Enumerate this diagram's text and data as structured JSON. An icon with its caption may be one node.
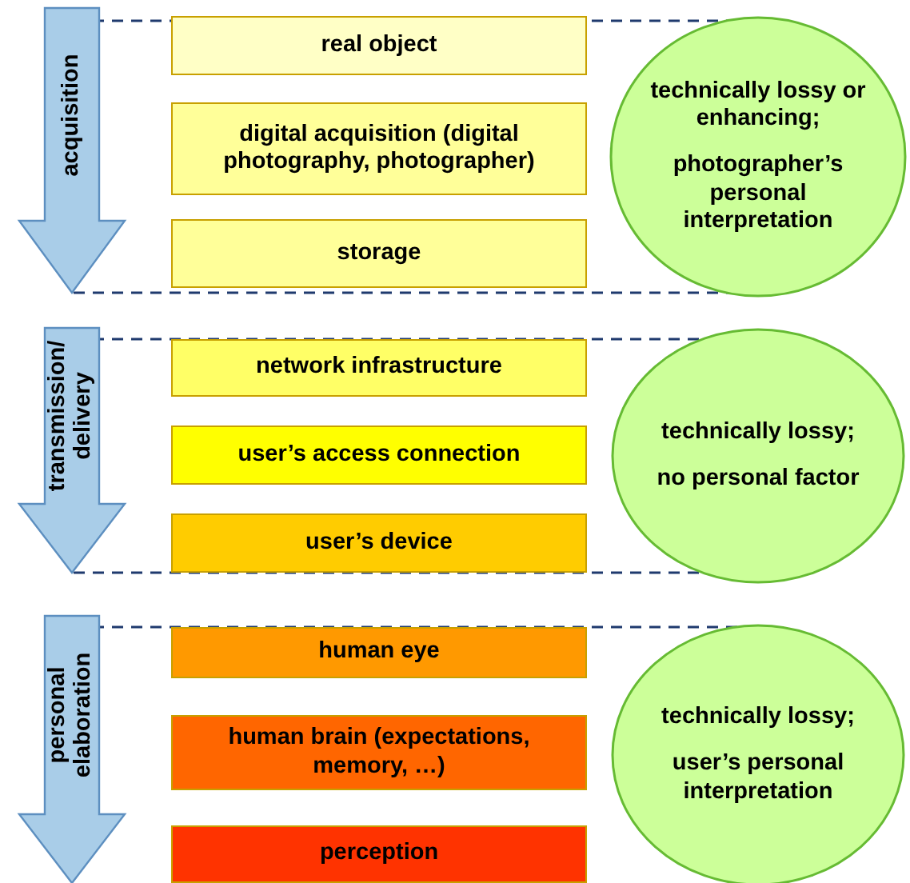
{
  "diagram": {
    "nodes": [
      {
        "text": [
          "acquisition"
        ]
      },
      {
        "text": [
          "real object"
        ]
      },
      {
        "text": [
          "digital acquisition (digital photography, photographer)"
        ]
      },
      {
        "text": [
          "storage"
        ]
      },
      {
        "text": [
          "technically lossy or enhancing;",
          "photographer’s personal interpretation"
        ]
      },
      {
        "text": [
          "transmission/ delivery"
        ]
      },
      {
        "text": [
          "network infrastructure"
        ]
      },
      {
        "text": [
          "user’s access connection"
        ]
      },
      {
        "text": [
          "user’s device"
        ]
      },
      {
        "text": [
          "technically lossy;",
          "no personal factor"
        ]
      },
      {
        "text": [
          "personal elaboration"
        ]
      },
      {
        "text": [
          "human eye"
        ]
      },
      {
        "text": [
          "human brain (expectations, memory, …)"
        ]
      },
      {
        "text": [
          "perception"
        ]
      },
      {
        "text": [
          "technically lossy;",
          "user’s personal interpretation"
        ]
      }
    ]
  }
}
